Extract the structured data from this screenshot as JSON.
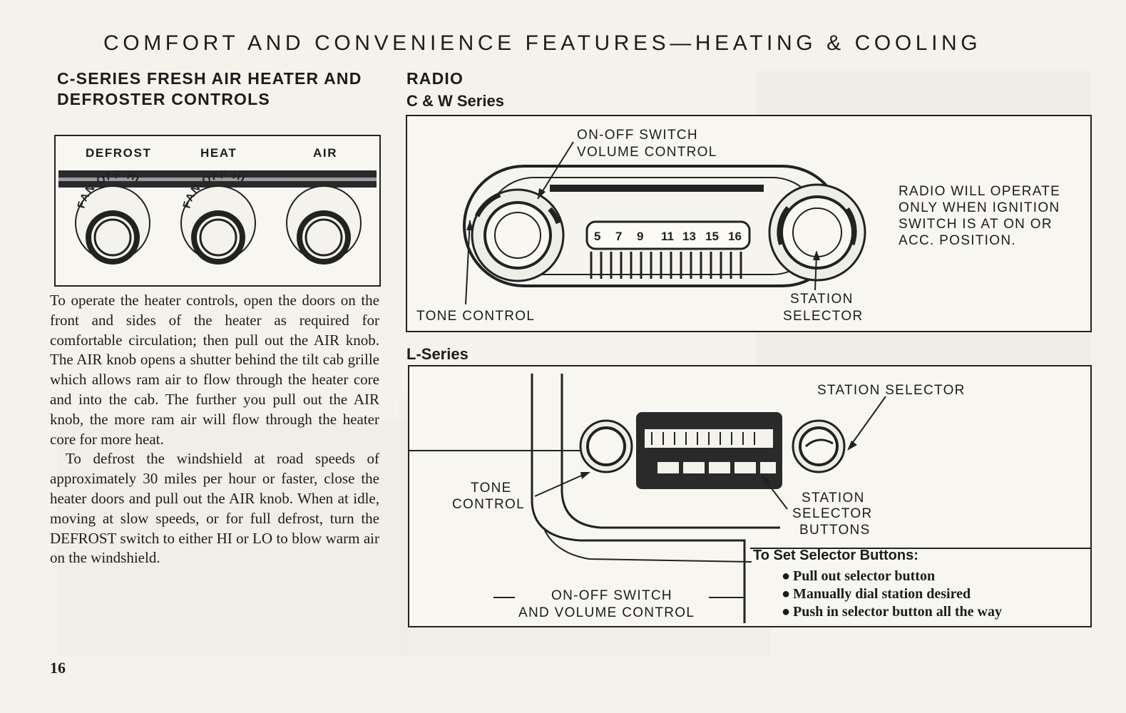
{
  "header": "COMFORT AND CONVENIENCE FEATURES—HEATING & COOLING",
  "left": {
    "heading_line1": "C-SERIES FRESH AIR HEATER AND",
    "heading_line2": "DEFROSTER CONTROLS",
    "panel_labels": {
      "defrost": "DEFROST",
      "heat": "HEAT",
      "air": "AIR"
    },
    "dial_text": "FAN OFF HI LO",
    "paragraph1": "To operate the heater controls, open the doors on the front and sides of the heater as required for comfortable circulation; then pull out the AIR knob. The AIR knob opens a shutter behind the tilt cab grille which allows ram air to flow through the heater core and into the cab. The further you pull out the AIR knob, the more ram air will flow through the heater core for more heat.",
    "paragraph2": "To defrost the windshield at road speeds of approximately 30 miles per hour or faster, close the heater doors and pull out the AIR knob. When at idle, moving at slow speeds, or for full defrost, turn the DEFROST switch to either HI or LO to blow warm air on the windshield."
  },
  "radio_cw": {
    "heading": "RADIO",
    "subheading": "C & W Series",
    "callout_onoff_line1": "ON-OFF SWITCH",
    "callout_onoff_line2": "VOLUME CONTROL",
    "callout_ignition_line1": "RADIO WILL OPERATE",
    "callout_ignition_line2": "ONLY WHEN IGNITION",
    "callout_ignition_line3": "SWITCH IS AT ON OR",
    "callout_ignition_line4": "ACC. POSITION.",
    "callout_tone": "TONE CONTROL",
    "callout_station_line1": "STATION",
    "callout_station_line2": "SELECTOR",
    "dial_numbers": [
      "5",
      "7",
      "9",
      "11",
      "13",
      "15",
      "16"
    ]
  },
  "radio_l": {
    "heading": "L-Series",
    "callout_station_selector": "STATION SELECTOR",
    "callout_tone_line1": "TONE",
    "callout_tone_line2": "CONTROL",
    "callout_buttons_line1": "STATION",
    "callout_buttons_line2": "SELECTOR",
    "callout_buttons_line3": "BUTTONS",
    "callout_onoff_line1": "ON-OFF SWITCH",
    "callout_onoff_line2": "AND VOLUME CONTROL",
    "set_buttons_title": "To Set Selector Buttons:",
    "set_buttons_steps": [
      "Pull out selector button",
      "Manually dial station desired",
      "Push in selector button all the way"
    ]
  },
  "page_number": "16"
}
